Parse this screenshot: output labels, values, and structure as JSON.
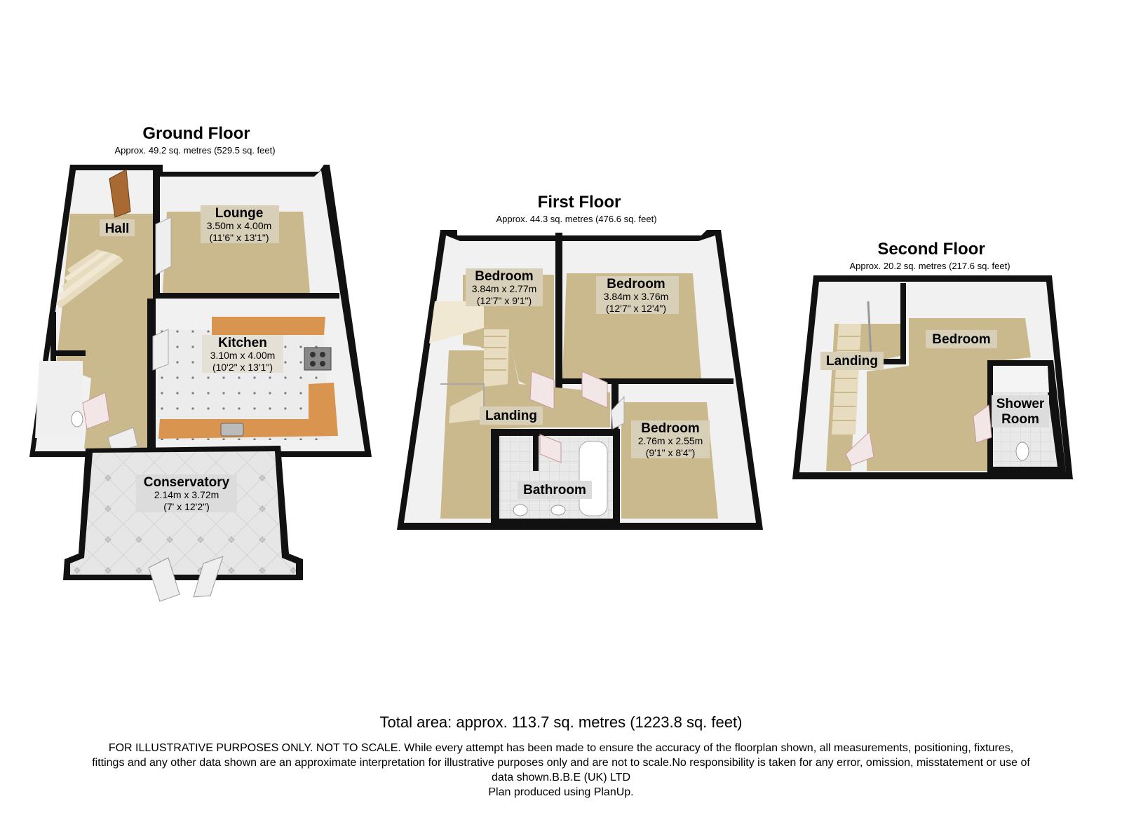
{
  "floors": {
    "ground": {
      "title": "Ground Floor",
      "area": "Approx. 49.2 sq. metres (529.5 sq. feet)",
      "rooms": {
        "hall": {
          "name": "Hall"
        },
        "lounge": {
          "name": "Lounge",
          "dim_m": "3.50m x 4.00m",
          "dim_ft": "(11'6\" x 13'1\")"
        },
        "kitchen": {
          "name": "Kitchen",
          "dim_m": "3.10m x 4.00m",
          "dim_ft": "(10'2\" x 13'1\")"
        },
        "conservatory": {
          "name": "Conservatory",
          "dim_m": "2.14m x 3.72m",
          "dim_ft": "(7' x 12'2\")"
        }
      }
    },
    "first": {
      "title": "First Floor",
      "area": "Approx. 44.3 sq. metres (476.6 sq. feet)",
      "rooms": {
        "bedroom1": {
          "name": "Bedroom",
          "dim_m": "3.84m x 2.77m",
          "dim_ft": "(12'7\" x 9'1\")"
        },
        "bedroom2": {
          "name": "Bedroom",
          "dim_m": "3.84m x 3.76m",
          "dim_ft": "(12'7\" x 12'4\")"
        },
        "bedroom3": {
          "name": "Bedroom",
          "dim_m": "2.76m x 2.55m",
          "dim_ft": "(9'1\" x 8'4\")"
        },
        "landing": {
          "name": "Landing"
        },
        "bathroom": {
          "name": "Bathroom"
        }
      }
    },
    "second": {
      "title": "Second Floor",
      "area": "Approx. 20.2 sq. metres (217.6 sq. feet)",
      "rooms": {
        "landing": {
          "name": "Landing"
        },
        "bedroom": {
          "name": "Bedroom"
        },
        "shower_line1": "Shower",
        "shower_line2": "Room"
      }
    }
  },
  "total": "Total area: approx. 113.7 sq. metres (1223.8 sq. feet)",
  "disclaimer": {
    "line1": "FOR ILLUSTRATIVE PURPOSES ONLY. NOT TO SCALE. While every attempt has been made to ensure the accuracy of the floorplan shown, all measurements, positioning, fixtures,",
    "line2": "fittings and any other data shown are an approximate interpretation for illustrative purposes only and are not to scale.No responsibility is taken for any error, omission, misstatement or use of",
    "line3": "data shown.B.B.E (UK) LTD"
  },
  "credit": "Plan produced using PlanUp.",
  "colors": {
    "wall": "#111111",
    "wall_face": "#f2f2f2",
    "carpet": "#c9b98c",
    "tile": "#ececec",
    "worktop": "#d9954f",
    "door": "#a86a32",
    "label_bg": "#d8cfb8"
  }
}
